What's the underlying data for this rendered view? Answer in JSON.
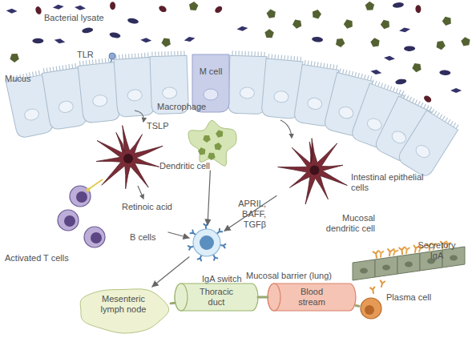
{
  "diagram": {
    "nodes": [
      {
        "text": [
          "M cell"
        ]
      },
      {
        "text": [
          "Macrophage"
        ]
      },
      {
        "text": [
          "Dendritic cell"
        ]
      },
      {
        "text": [
          "Mucosal dendritic cell"
        ]
      },
      {
        "text": [
          "Activated T cells",
          "B cells"
        ]
      },
      {
        "text": [
          "IgA switch"
        ]
      },
      {
        "text": [
          "Mesenteric lymph node"
        ]
      },
      {
        "text": [
          "Thoracic duct"
        ]
      },
      {
        "text": [
          "Blood stream"
        ]
      },
      {
        "text": [
          "Plasma cell"
        ]
      }
    ],
    "edges": [
      {
        "from": 1,
        "to": 5,
        "arrow": "to"
      },
      {
        "from": 3,
        "to": 5,
        "arrow": "to"
      },
      {
        "from": 4,
        "to": 5,
        "arrow": "to"
      },
      {
        "from": 5,
        "to": 6,
        "arrow": "to"
      },
      {
        "from": 6,
        "to": 7,
        "arrow": "none"
      },
      {
        "from": 7,
        "to": 8,
        "arrow": "none"
      },
      {
        "from": 8,
        "to": 9,
        "arrow": "none"
      }
    ],
    "labels": [
      "Bacterial lysate",
      "TLR",
      "Mucus",
      "TSLP",
      "Retinoic acid",
      "APRIL, BAFF, TGFβ",
      "Intestinal epithelial cells",
      "Mucosal barrier (lung)",
      "Secretory IgA"
    ]
  }
}
